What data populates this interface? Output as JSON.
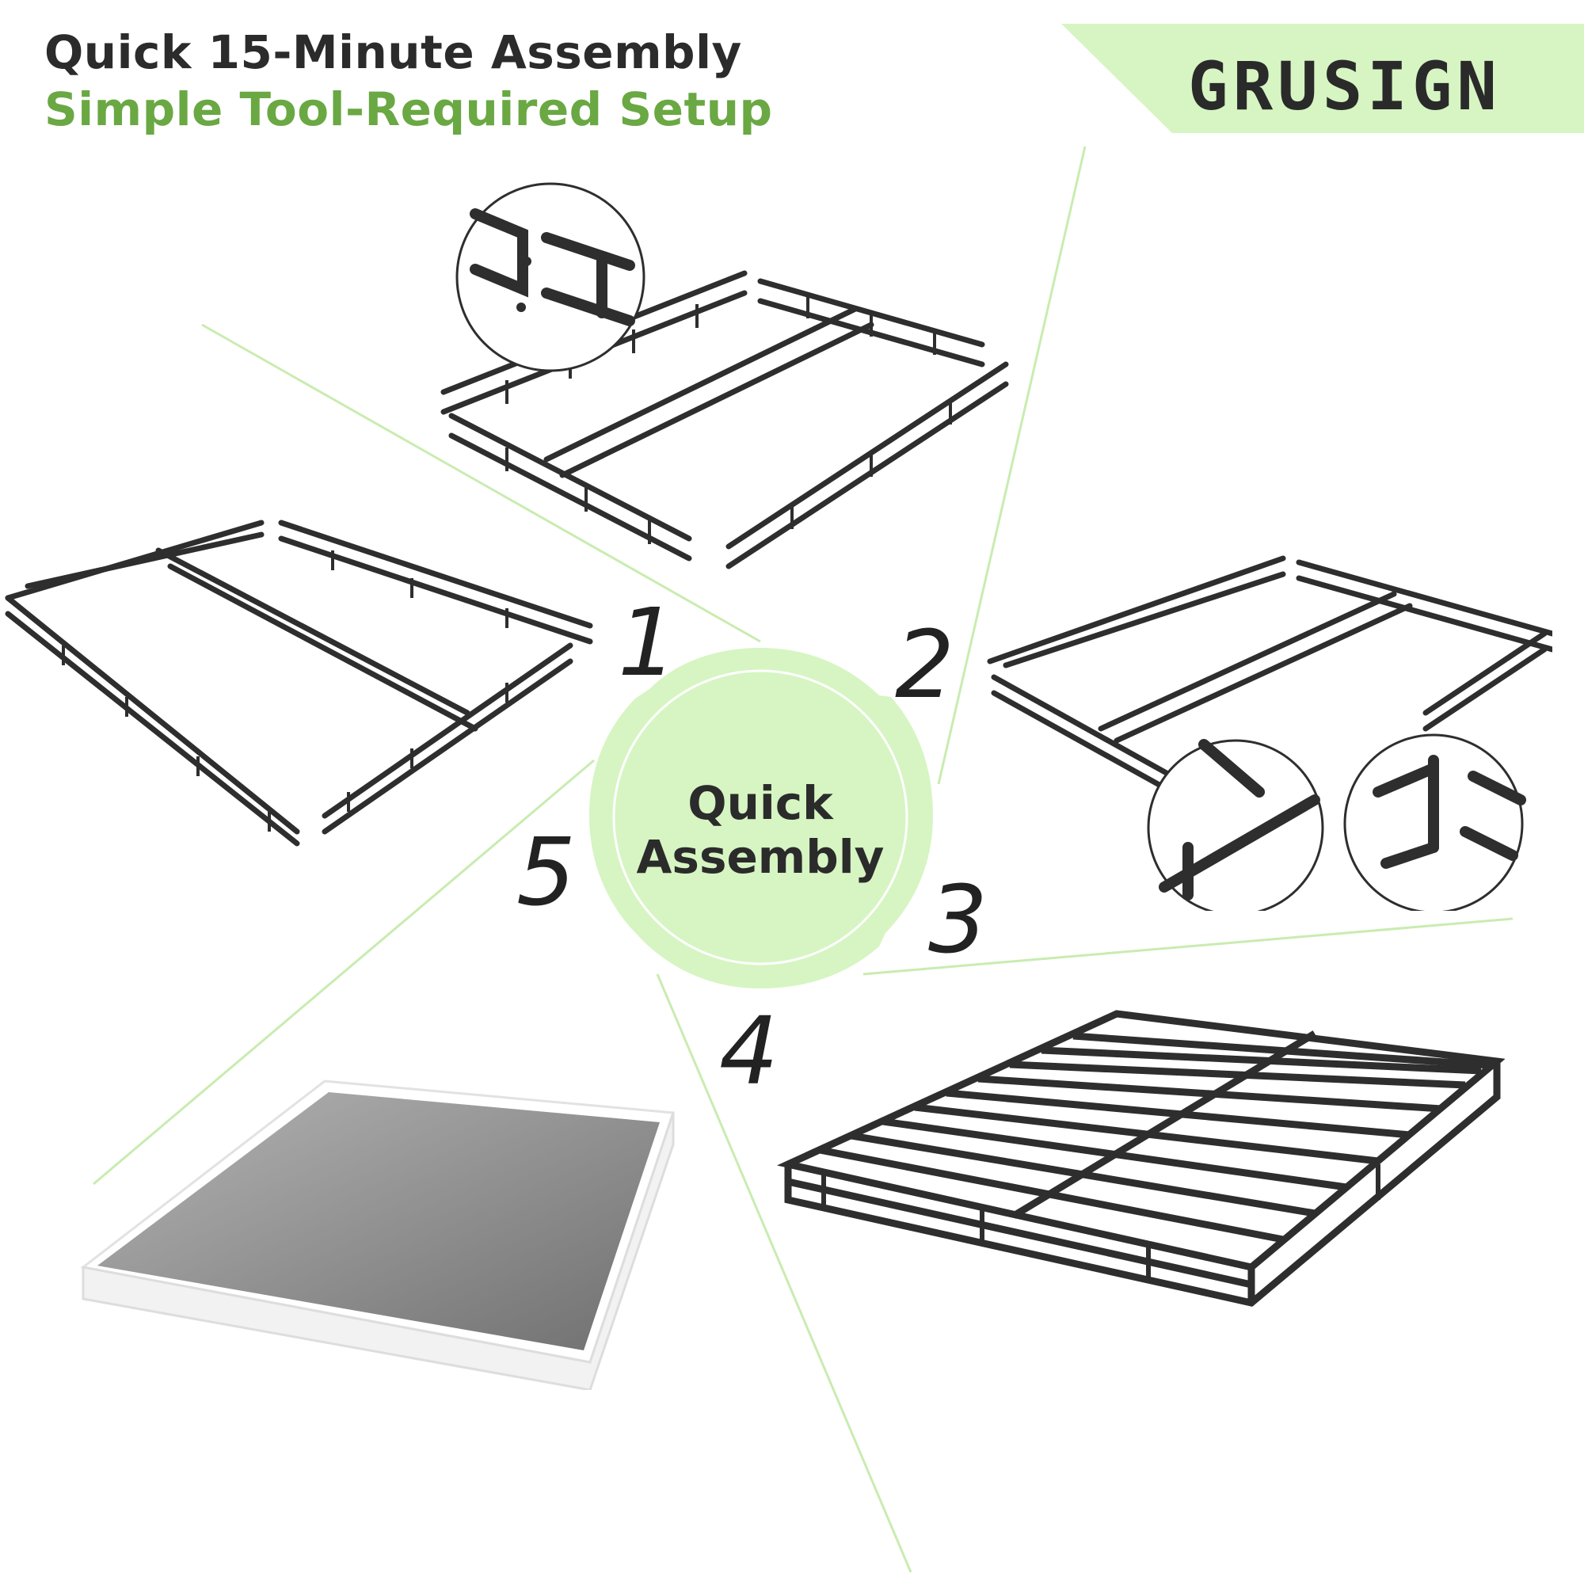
{
  "header": {
    "headline": "Quick 15-Minute Assembly",
    "subline": "Simple Tool-Required Setup"
  },
  "brand": {
    "logo_text": "GRUSIGN"
  },
  "hub": {
    "line1": "Quick",
    "line2": "Assembly"
  },
  "steps": [
    {
      "number": "1"
    },
    {
      "number": "2"
    },
    {
      "number": "3"
    },
    {
      "number": "4"
    },
    {
      "number": "5"
    }
  ],
  "colors": {
    "accent_green": "#6aa843",
    "light_green": "#d6f5c2",
    "frame_dark": "#2e2e2e"
  }
}
